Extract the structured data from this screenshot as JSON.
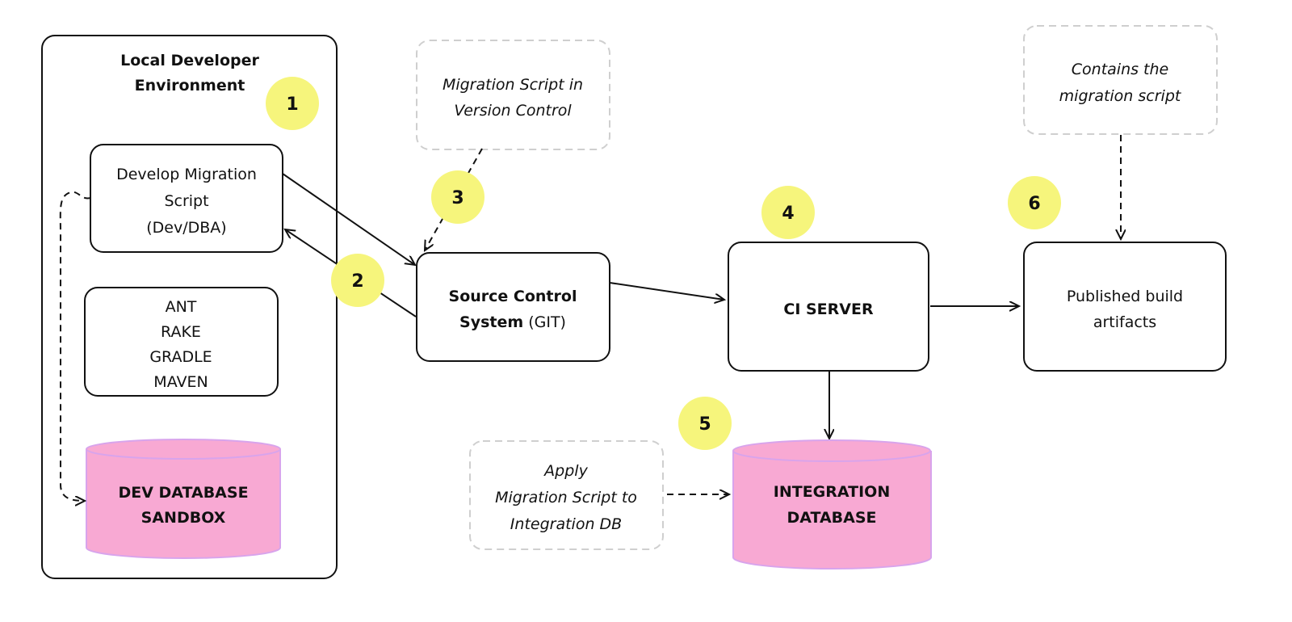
{
  "colors": {
    "badge": "#f6f57c",
    "database": "#f8a9d3",
    "database_outline": "#d8a4ec",
    "note_border": "#cfcfcf"
  },
  "local_env": {
    "title_line1": "Local Developer",
    "title_line2": "Environment"
  },
  "develop_box": {
    "line1": "Develop Migration",
    "line2": "Script",
    "line3": "(Dev/DBA)"
  },
  "build_tools": [
    "ANT",
    "RAKE",
    "GRADLE",
    "MAVEN"
  ],
  "dev_db": {
    "line1": "DEV DATABASE",
    "line2": "SANDBOX"
  },
  "vc_note": {
    "line1": "Migration Script in",
    "line2": "Version Control"
  },
  "source_control": {
    "bold": "Source Control",
    "line2_bold": "System",
    "line2_rest": " (GIT)"
  },
  "ci_server": {
    "label": "CI SERVER"
  },
  "published": {
    "line1": "Published build",
    "line2": "artifacts"
  },
  "artifact_note": {
    "line1": "Contains the",
    "line2": "migration script"
  },
  "apply_note": {
    "line1": "Apply",
    "line2": "Migration Script to",
    "line3": "Integration DB"
  },
  "integration_db": {
    "line1": "INTEGRATION",
    "line2": "DATABASE"
  },
  "badges": [
    "1",
    "2",
    "3",
    "4",
    "5",
    "6"
  ]
}
